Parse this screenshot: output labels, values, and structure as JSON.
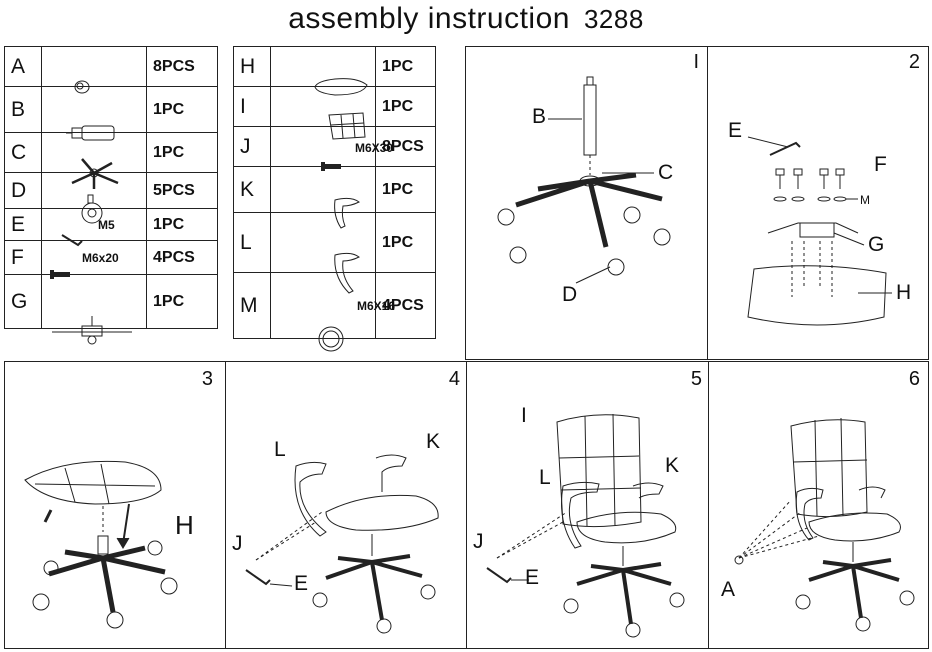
{
  "title": {
    "text": "assembly  instruction",
    "model": "3288"
  },
  "parts_left": [
    {
      "letter": "A",
      "icon": "caster-cap-icon",
      "qty": "8PCS",
      "size": ""
    },
    {
      "letter": "B",
      "icon": "gas-lift-icon",
      "qty": "1PC",
      "size": ""
    },
    {
      "letter": "C",
      "icon": "base-icon",
      "qty": "1PC",
      "size": ""
    },
    {
      "letter": "D",
      "icon": "caster-icon",
      "qty": "5PCS",
      "size": ""
    },
    {
      "letter": "E",
      "icon": "hex-key-icon",
      "qty": "1PC",
      "size": "M5"
    },
    {
      "letter": "F",
      "icon": "bolt-icon",
      "qty": "4PCS",
      "size": "M6x20"
    },
    {
      "letter": "G",
      "icon": "mechanism-icon",
      "qty": "1PC",
      "size": ""
    }
  ],
  "parts_right": [
    {
      "letter": "H",
      "icon": "seat-icon",
      "qty": "1PC",
      "size": ""
    },
    {
      "letter": "I",
      "icon": "backrest-icon",
      "qty": "1PC",
      "size": ""
    },
    {
      "letter": "J",
      "icon": "bolt-icon",
      "qty": "8PCS",
      "size": "M6X30"
    },
    {
      "letter": "K",
      "icon": "armrest-right-icon",
      "qty": "1PC",
      "size": ""
    },
    {
      "letter": "L",
      "icon": "armrest-left-icon",
      "qty": "1PC",
      "size": ""
    },
    {
      "letter": "M",
      "icon": "washer-icon",
      "qty": "4PCS",
      "size": "M6X16"
    }
  ],
  "steps": [
    {
      "number": "I",
      "labels": [
        "B",
        "C",
        "D"
      ]
    },
    {
      "number": "2",
      "labels": [
        "E",
        "F",
        "M",
        "G",
        "H"
      ]
    },
    {
      "number": "3",
      "labels": [
        "H"
      ]
    },
    {
      "number": "4",
      "labels": [
        "L",
        "K",
        "J",
        "E"
      ]
    },
    {
      "number": "5",
      "labels": [
        "I",
        "L",
        "K",
        "J",
        "E"
      ]
    },
    {
      "number": "6",
      "labels": [
        "A"
      ]
    }
  ],
  "colors": {
    "line": "#222222",
    "background": "#ffffff"
  }
}
